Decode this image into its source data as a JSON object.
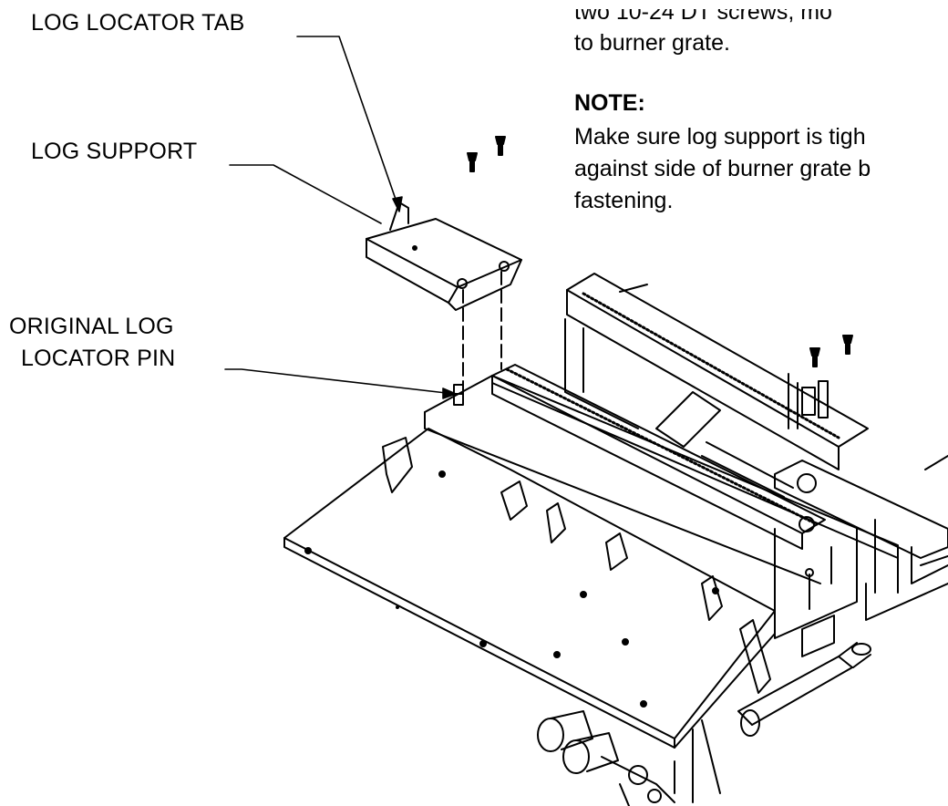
{
  "labels": {
    "log_locator_tab": "LOG LOCATOR TAB",
    "log_support": "LOG SUPPORT",
    "original_log_line1": "ORIGINAL LOG",
    "original_log_line2": "LOCATOR PIN"
  },
  "instruction": {
    "line1": "two 10-24 DT screws, mo",
    "line2": "to burner grate."
  },
  "note": {
    "heading": "NOTE:",
    "line1": "Make sure log support is tigh",
    "line2": "against side of burner grate b",
    "line3": "fastening."
  }
}
